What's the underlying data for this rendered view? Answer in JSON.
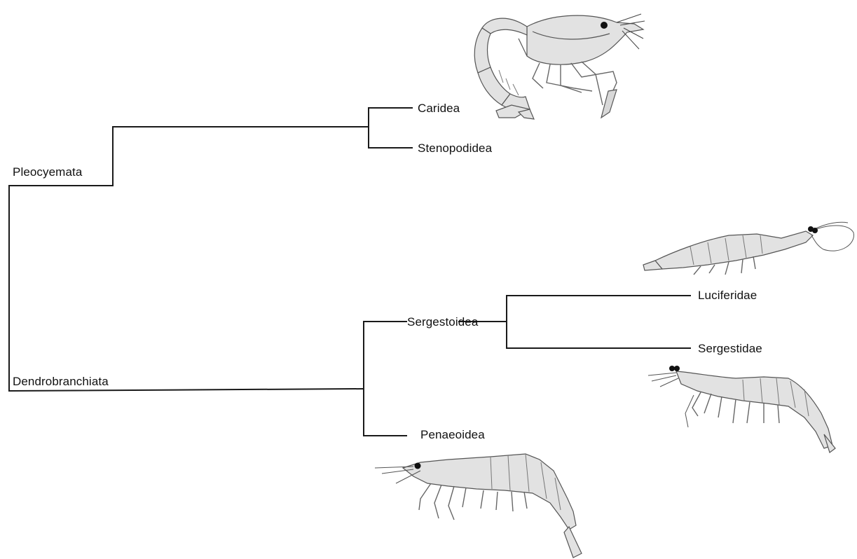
{
  "tree": {
    "root": {
      "children": [
        {
          "label": "Pleocyemata",
          "children": [
            {
              "label": "Caridea",
              "illustration": "caridean-shrimp-icon"
            },
            {
              "label": "Stenopodidea"
            }
          ]
        },
        {
          "label": "Dendrobranchiata",
          "children": [
            {
              "label": "Sergestoidea",
              "children": [
                {
                  "label": "Luciferidae",
                  "illustration": "lucifer-shrimp-icon"
                },
                {
                  "label": "Sergestidae",
                  "illustration": "sergestid-shrimp-icon"
                }
              ]
            },
            {
              "label": "Penaeoidea",
              "illustration": "penaeid-shrimp-icon"
            }
          ]
        }
      ]
    }
  },
  "style": {
    "line_color": "#1a1a1a",
    "text_color": "#111111",
    "shrimp_fill": "#e2e2e2",
    "shrimp_outline": "#555555"
  }
}
